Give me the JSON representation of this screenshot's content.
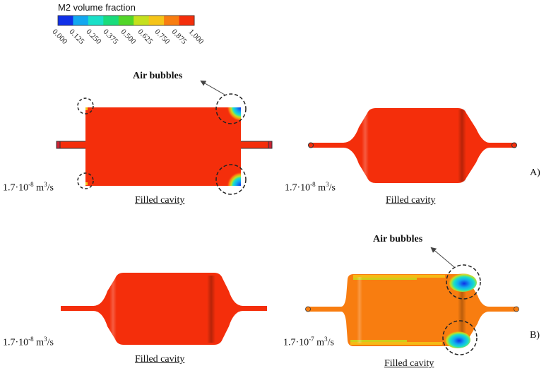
{
  "legend": {
    "title": "M2 volume fraction",
    "ticks": [
      "0.000",
      "0.125",
      "0.250",
      "0.375",
      "0.500",
      "0.625",
      "0.750",
      "0.875",
      "1.000"
    ],
    "colors": [
      "#1030e8",
      "#12a8f0",
      "#19e0c8",
      "#19dc7c",
      "#52d629",
      "#c5e01d",
      "#f5c418",
      "#f87d10",
      "#f42e0b"
    ]
  },
  "annotations": {
    "air_bubbles_top": "Air bubbles",
    "air_bubbles_bottom": "Air bubbles"
  },
  "panels": [
    {
      "id": "top-left",
      "flow_rate": "1.7·10",
      "exp": "-8",
      "unit": " m",
      "unit_exp": "3",
      "unit_tail": "/s",
      "caption": "Filled cavity"
    },
    {
      "id": "top-right",
      "flow_rate": "1.7·10",
      "exp": "-8",
      "unit": " m",
      "unit_exp": "3",
      "unit_tail": "/s",
      "caption": "Filled cavity"
    },
    {
      "id": "bottom-left",
      "flow_rate": "1.7·10",
      "exp": "-8",
      "unit": " m",
      "unit_exp": "3",
      "unit_tail": "/s",
      "caption": "Filled cavity"
    },
    {
      "id": "bottom-right",
      "flow_rate": "1.7·10",
      "exp": "-7",
      "unit": " m",
      "unit_exp": "3",
      "unit_tail": "/s",
      "caption": "Filled cavity"
    }
  ],
  "row_labels": {
    "a": "A)",
    "b": "B)"
  }
}
